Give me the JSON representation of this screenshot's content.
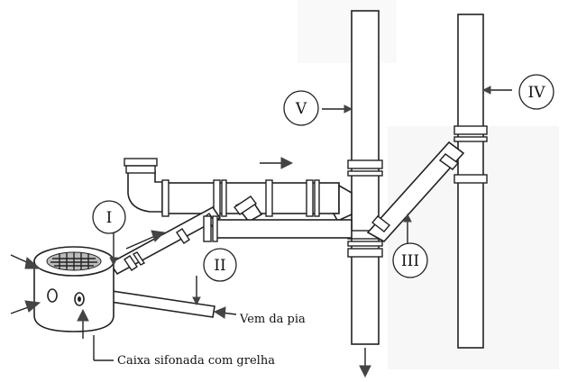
{
  "labels": {
    "I": "I",
    "II": "II",
    "III": "III",
    "IV": "IV",
    "V": "V"
  },
  "captions": {
    "sink_inlet": "Vem da pia",
    "trap_box": "Caixa sifonada com grelha"
  }
}
